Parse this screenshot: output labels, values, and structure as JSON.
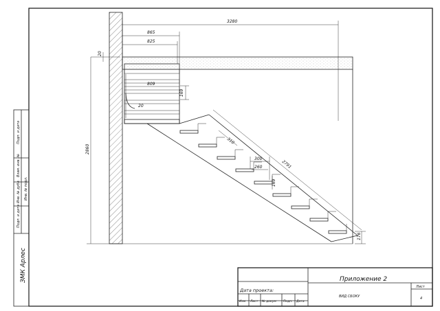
{
  "dimensions": {
    "total_run": "3280",
    "landing_outer": "865",
    "landing_inner": "825",
    "slab_thickness": "20",
    "landing_frame": "809",
    "riser_upper": "169",
    "upper_gap": "20",
    "tread_diag": "310",
    "tread_outer": "300",
    "tread_inner": "260",
    "riser_lower": "169",
    "stringer_length": "2791",
    "bottom_offset": "176",
    "total_height": "2860"
  },
  "side_stamps": [
    "Подп. и дата",
    "Взам. инв. №",
    "Инв. № дубл.",
    "Подп. и дата",
    "Инв. № подл."
  ],
  "company": "ЗМК Арлес",
  "title_block": {
    "appendix": "Приложение 2",
    "project_date_label": "Дата проекта:",
    "view_name": "ВИД СБОКУ",
    "sheet_label": "Лист",
    "sheet_number": "4",
    "columns": [
      "Изм",
      "Лист",
      "№ докум",
      "Подп.",
      "Дата"
    ]
  }
}
